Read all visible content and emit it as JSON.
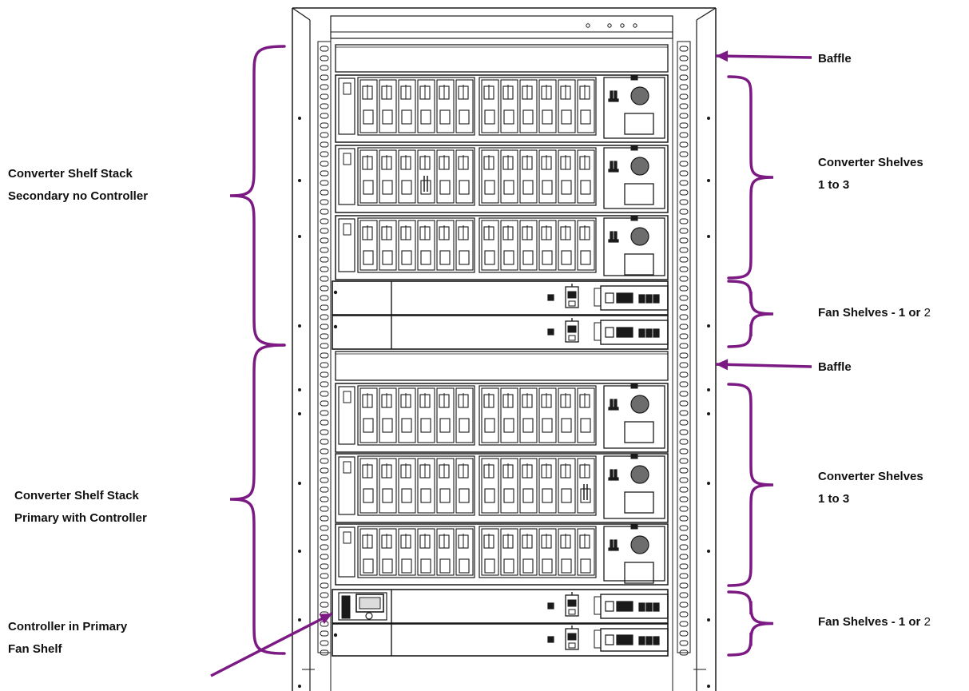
{
  "colors": {
    "accent": "#7b1a82",
    "line": "#1a1a1a",
    "background": "#ffffff"
  },
  "labels": {
    "baffle_top": "Baffle",
    "baffle_mid": "Baffle",
    "shelves_top_line1": "Converter Shelves",
    "shelves_top_line2": "1 to 3",
    "fan_top_bold": "Fan Shelves - 1 or",
    "fan_top_num": "2",
    "shelves_bottom_line1": "Converter Shelves",
    "shelves_bottom_line2": "1 to 3",
    "fan_bottom_bold": "Fan Shelves - 1 or",
    "fan_bottom_num": "2",
    "stack_secondary_line1": "Converter Shelf Stack",
    "stack_secondary_line2": "Secondary no Controller",
    "stack_primary_line1": "Converter Shelf Stack",
    "stack_primary_line2": "Primary with Controller",
    "controller_line1": "Controller in Primary",
    "controller_line2": "Fan Shelf"
  },
  "rack": {
    "stacks": [
      {
        "name": "secondary",
        "converter_shelves": 3,
        "fan_shelves": 2,
        "has_controller": false
      },
      {
        "name": "primary",
        "converter_shelves": 3,
        "fan_shelves": 2,
        "has_controller": true
      }
    ],
    "modules_per_shelf": 12
  }
}
